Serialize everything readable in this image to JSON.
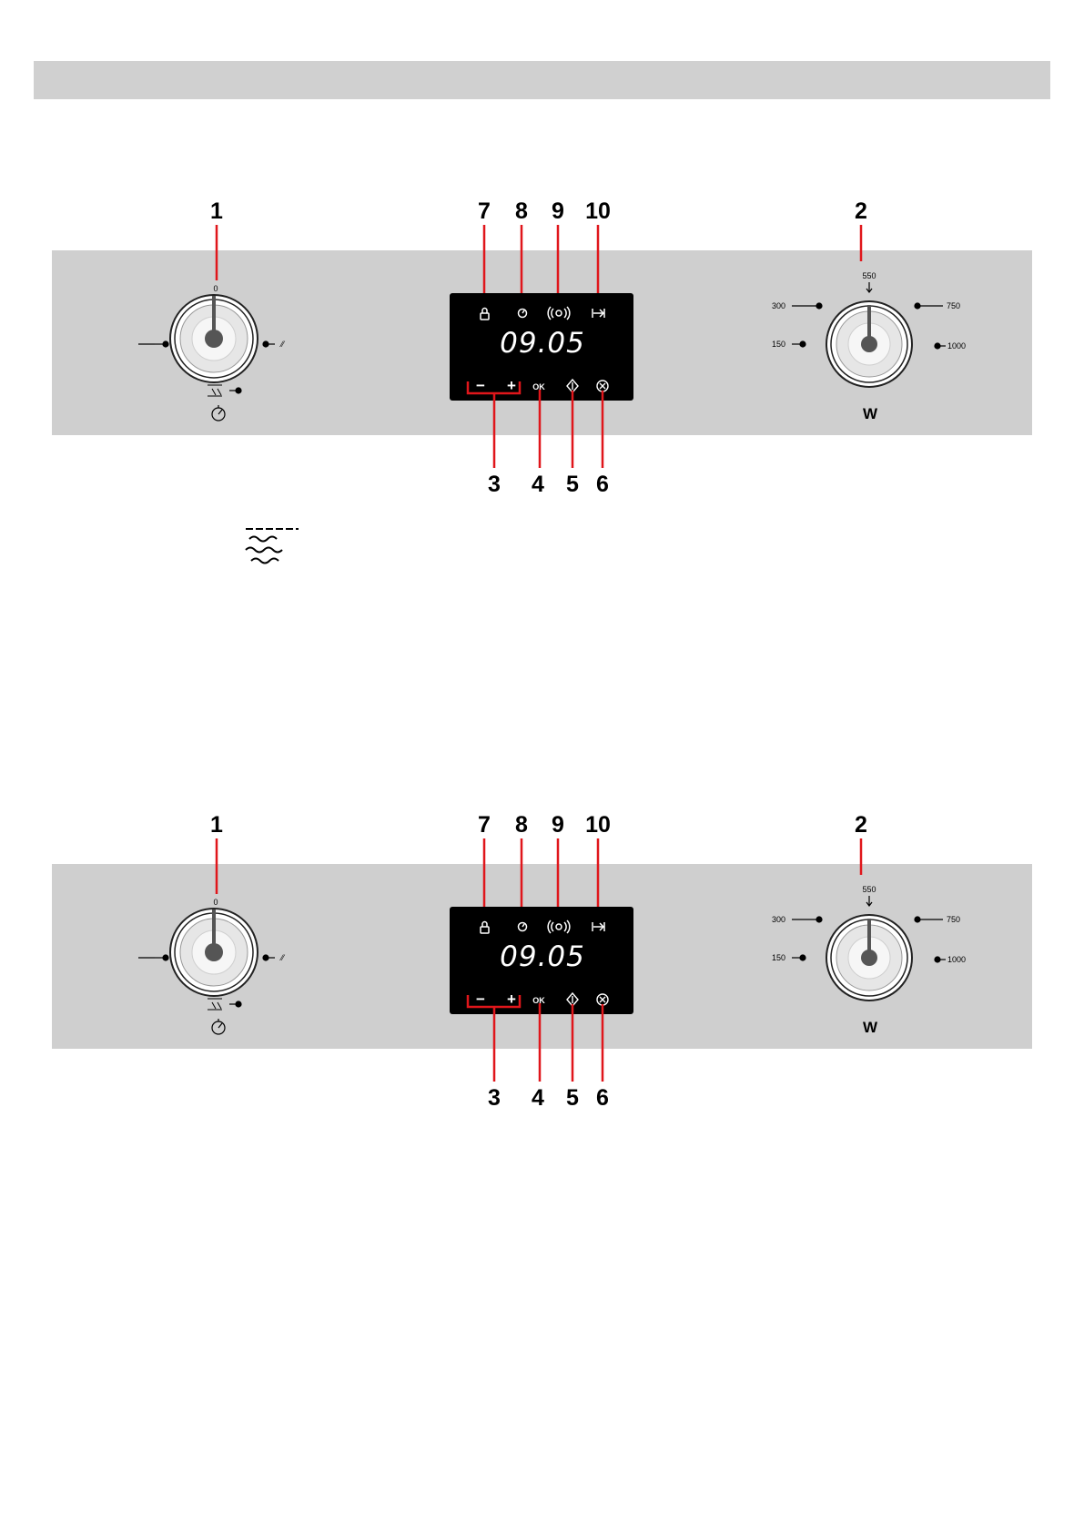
{
  "diagrams": [
    {
      "callouts_top": [
        "1",
        "7",
        "8",
        "9",
        "10",
        "2"
      ],
      "callouts_bottom": [
        "3",
        "4",
        "5",
        "6"
      ],
      "left_knob": {
        "top_label": "0"
      },
      "display": {
        "time": "09.05",
        "ok_label": "OK",
        "minus": "−",
        "plus": "+"
      },
      "right_knob": {
        "labels": {
          "top": "550",
          "upper_left": "300",
          "upper_right": "750",
          "lower_left": "150",
          "lower_right": "1000"
        },
        "unit": "W"
      }
    },
    {
      "callouts_top": [
        "1",
        "7",
        "8",
        "9",
        "10",
        "2"
      ],
      "callouts_bottom": [
        "3",
        "4",
        "5",
        "6"
      ],
      "left_knob": {
        "top_label": "0"
      },
      "display": {
        "time": "09.05",
        "ok_label": "OK",
        "minus": "−",
        "plus": "+"
      },
      "right_knob": {
        "labels": {
          "top": "550",
          "upper_left": "300",
          "upper_right": "750",
          "lower_left": "150",
          "lower_right": "1000"
        },
        "unit": "W"
      }
    }
  ],
  "icons": [
    "lock-icon",
    "clock-icon",
    "buzzer-icon",
    "end-time-icon",
    "start-icon",
    "stop-icon",
    "timer-icon",
    "defrost-icon",
    "microwave-symbol-icon"
  ],
  "colors": {
    "panel": "#cfcfcf",
    "display": "#000000",
    "callout_line": "#e0161b",
    "header_bar": "#d0d0d0"
  }
}
